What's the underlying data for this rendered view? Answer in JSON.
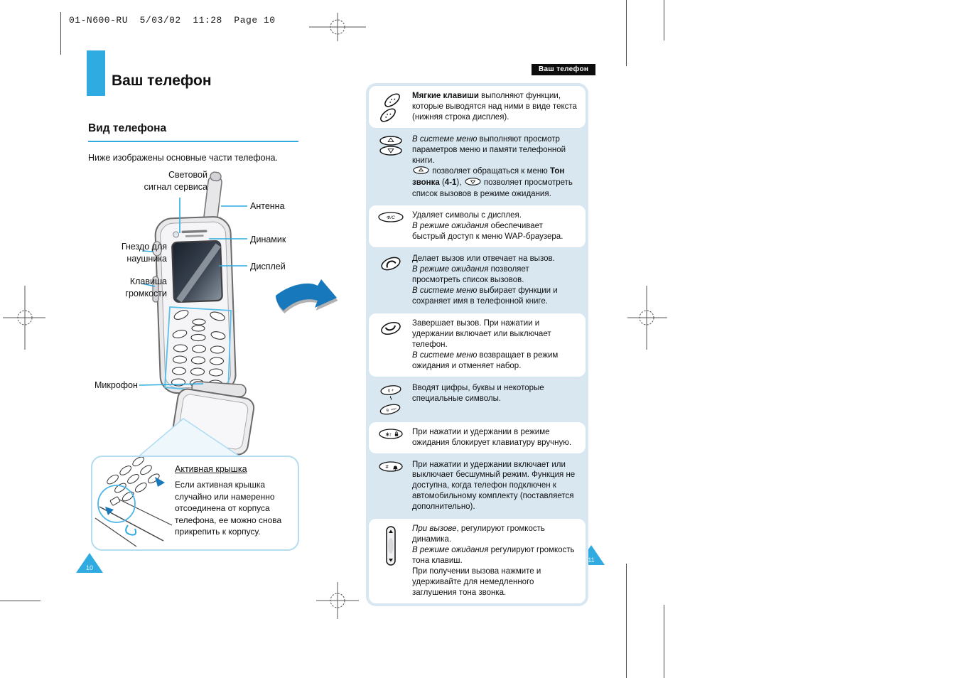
{
  "print_header": "01-N600-RU  5/03/02  11:28  Page 10",
  "colors": {
    "accent": "#2fabe1",
    "arrow": "#1878bc",
    "panel": "#d9e7f1",
    "badge": "#0d0d0d"
  },
  "left_page": {
    "title": "Ваш телефон",
    "section_heading": "Вид телефона",
    "intro": "Ниже изображены основные части телефона.",
    "labels": {
      "service_light": "Световой\nсигнал сервиса",
      "antenna": "Антенна",
      "speaker": "Динамик",
      "display": "Дисплей",
      "earphone_jack": "Гнездо для\nнаушника",
      "volume_key": "Клавиша\nгромкости",
      "microphone": "Микрофон"
    },
    "active_cover": {
      "heading": "Активная крышка",
      "body": "Если активная крышка случайно или намеренно отсоединена от корпуса телефона, ее можно снова прикрепить к корпусу."
    },
    "page_number": "10"
  },
  "right_page": {
    "badge": "Ваш телефон",
    "page_number": "11",
    "boxes": [
      {
        "icon": "soft-keys",
        "tint": "white",
        "segments": [
          {
            "t": "Мягкие клавиши",
            "s": "b"
          },
          {
            "t": " выполняют функции, которые выводятся над ними в виде текста (нижняя строка дисплея).",
            "s": ""
          }
        ]
      },
      {
        "icon": "nav-keys",
        "tint": "blue",
        "segments": [
          {
            "t": "В системе меню",
            "s": "i"
          },
          {
            "t": " выполняют просмотр параметров меню и памяти телефонной книги.\n",
            "s": ""
          },
          {
            "t": "",
            "s": "key-up"
          },
          {
            "t": " позволяет обращаться к меню ",
            "s": ""
          },
          {
            "t": "Тон звонка",
            "s": "b"
          },
          {
            "t": " (",
            "s": ""
          },
          {
            "t": "4-1",
            "s": "b"
          },
          {
            "t": "), ",
            "s": ""
          },
          {
            "t": "",
            "s": "key-down"
          },
          {
            "t": " позволяет просмотреть список вызовов в режиме ожидания.",
            "s": ""
          }
        ]
      },
      {
        "icon": "clear-key",
        "tint": "white",
        "segments": [
          {
            "t": "Удаляет символы с дисплея.\n",
            "s": ""
          },
          {
            "t": "В режиме ожидания",
            "s": "i"
          },
          {
            "t": " обеспечивает быстрый доступ к меню WAP-браузера.",
            "s": ""
          }
        ]
      },
      {
        "icon": "send-key",
        "tint": "blue",
        "segments": [
          {
            "t": "Делает вызов или отвечает на вызов.\n",
            "s": ""
          },
          {
            "t": "В режиме ожидания",
            "s": "i"
          },
          {
            "t": " позволяет просмотреть список вызовов.\n",
            "s": ""
          },
          {
            "t": "В системе меню",
            "s": "i"
          },
          {
            "t": " выбирает функции и сохраняет имя в телефонной книге.",
            "s": ""
          }
        ]
      },
      {
        "icon": "end-key",
        "tint": "white",
        "segments": [
          {
            "t": "Завершает вызов. При нажатии и удержании включает или выключает телефон.\n",
            "s": ""
          },
          {
            "t": "В системе меню",
            "s": "i"
          },
          {
            "t": " возвращает в режим ожидания и отменяет набор.",
            "s": ""
          }
        ]
      },
      {
        "icon": "digit-keys",
        "tint": "blue",
        "segments": [
          {
            "t": "Вводят цифры, буквы и некоторые специальные символы.",
            "s": ""
          }
        ]
      },
      {
        "icon": "star-key",
        "tint": "white",
        "segments": [
          {
            "t": "При нажатии и удержании в режиме ожидания блокирует клавиатуру вручную.",
            "s": ""
          }
        ]
      },
      {
        "icon": "hash-key",
        "tint": "blue",
        "segments": [
          {
            "t": "При нажатии и удержании включает или выключает бесшумный режим. Функция не доступна, когда телефон подключен к автомобильному комплекту (поставляется дополнительно).",
            "s": ""
          }
        ]
      },
      {
        "icon": "volume-key",
        "tint": "white",
        "segments": [
          {
            "t": "При вызове",
            "s": "i"
          },
          {
            "t": ", регулируют громкость динамика.\n",
            "s": ""
          },
          {
            "t": "В режиме ожидания",
            "s": "i"
          },
          {
            "t": " регулируют громкость тона клавиш.\n",
            "s": ""
          },
          {
            "t": "При получении вызова нажмите и удерживайте для немедленного заглушения тона звонка.",
            "s": ""
          }
        ]
      }
    ]
  }
}
